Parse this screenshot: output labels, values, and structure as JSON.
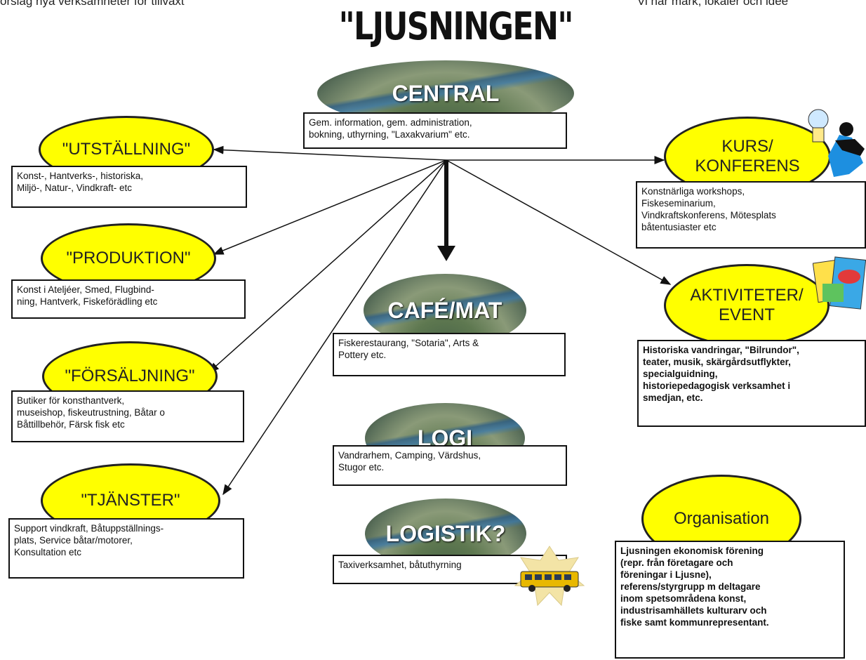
{
  "header": {
    "left_text": "örslag nya verksamheter för tillväxt",
    "right_text": "Vi har mark, lokaler och idée",
    "title": "\"LJUSNINGEN\""
  },
  "central": {
    "label": "CENTRAL",
    "text": "Gem. information, gem. administration,\nbokning, uthyrning, \"Laxakvarium\" etc."
  },
  "left_nodes": [
    {
      "label": "\"UTSTÄLLNING\"",
      "text": "Konst-, Hantverks-, historiska,\nMiljö-, Natur-, Vindkraft- etc"
    },
    {
      "label": "\"PRODUKTION\"",
      "text": "Konst i Ateljéer, Smed, Flugbind-\nning, Hantverk, Fiskeförädling etc"
    },
    {
      "label": "\"FÖRSÄLJNING\"",
      "text": "Butiker för konsthantverk,\nmuseishop, fiskeutrustning, Båtar o\nBåttillbehör, Färsk fisk etc"
    },
    {
      "label": "\"TJÄNSTER\"",
      "text": "Support vindkraft, Båtuppställnings-\nplats, Service båtar/motorer,\nKonsultation etc"
    }
  ],
  "center_nodes": [
    {
      "label": "CAFÉ/MAT",
      "text": "Fiskerestaurang, \"Sotaria\", Arts &\nPottery etc."
    },
    {
      "label": "LOGI",
      "text": "Vandrarhem, Camping, Värdshus,\nStugor etc."
    },
    {
      "label": "LOGISTIK?",
      "text": "Taxiverksamhet, båtuthyrning"
    }
  ],
  "right_nodes": [
    {
      "label": "KURS/\nKONFERENS",
      "text": "Konstnärliga workshops,\nFiskeseminarium,\nVindkraftskonferens, Mötesplats\nbåtentusiaster etc"
    },
    {
      "label": "AKTIVITETER/\nEVENT",
      "text": "Historiska vandringar, \"Bilrundor\",\nteater, musik, skärgårdsutflykter,\nspecialguidning,\nhistoriepedagogisk verksamhet i\nsmedjan, etc."
    },
    {
      "label": "Organisation",
      "text": "Ljusningen ekonomisk förening\n(repr. från företagare och\nföreningar i Ljusne),\nreferens/styrgrupp m deltagare\ninom spetsområdena konst,\nindustrisamhällets kulturarv och\nfiske samt kommunrepresentant."
    }
  ],
  "colors": {
    "oval_fill": "#ffff00",
    "line": "#111111"
  }
}
